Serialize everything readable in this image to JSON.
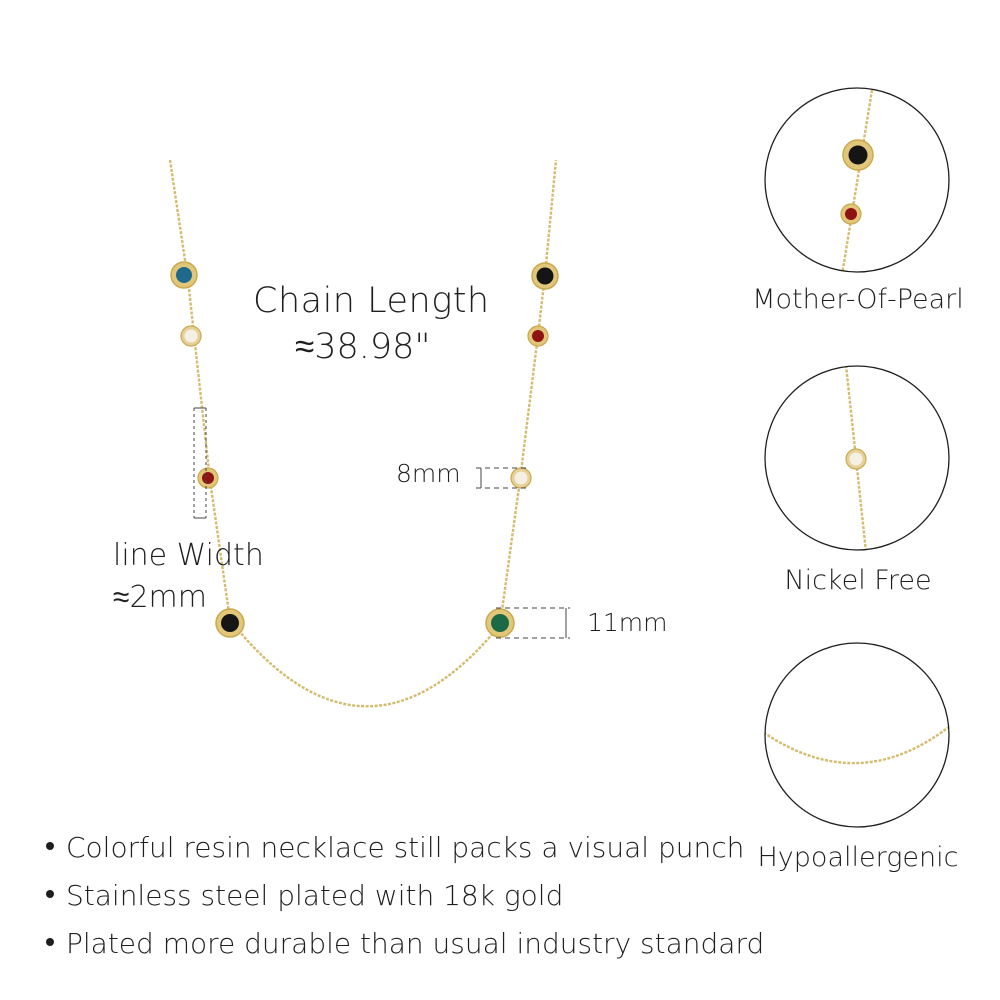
{
  "chain_title": "Chain Length",
  "chain_length": "≈38.98\"",
  "size_small": "8mm",
  "size_large": "11mm",
  "line_width_label": "line Width",
  "line_width_value": "≈2mm",
  "detail_circles": [
    {
      "caption": "Mother-Of-Pearl"
    },
    {
      "caption": "Nickel Free"
    },
    {
      "caption": "Hypoallergenic"
    }
  ],
  "features": [
    "Colorful resin necklace still packs a visual punch",
    "Stainless steel plated with 18k gold",
    "Plated more durable than usual industry standard"
  ],
  "colors": {
    "gold": "#d8bf72",
    "blue_stone": "#1f6a8c",
    "black_stone": "#151515",
    "red_stone": "#8e1414",
    "pearl_stone": "#f6efe4",
    "green_stone": "#1c6a45"
  }
}
